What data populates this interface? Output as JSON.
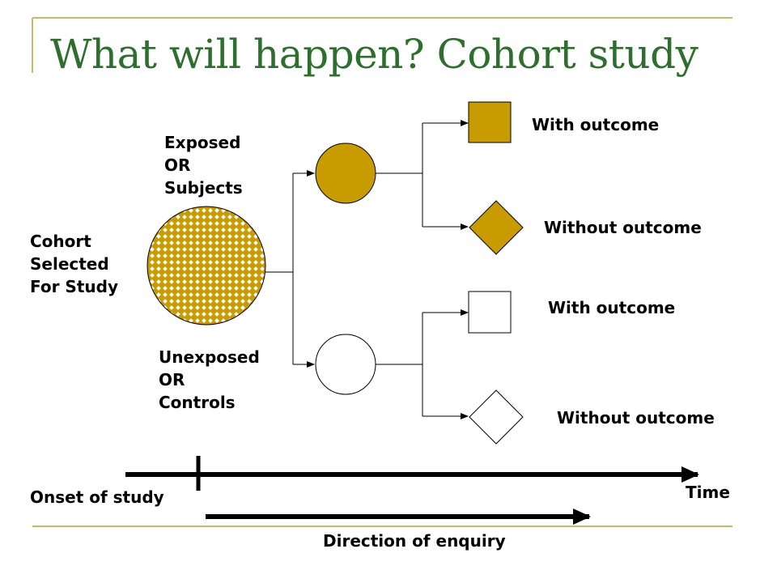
{
  "slide": {
    "title": "What will happen? Cohort study"
  },
  "diagram": {
    "cohort_label": [
      "Cohort",
      "Selected",
      "For Study"
    ],
    "exposed_label": [
      "Exposed",
      "OR",
      "Subjects"
    ],
    "unexposed_label": [
      "Unexposed",
      "OR",
      "Controls"
    ],
    "outcomes": {
      "exposed_with": "With outcome",
      "exposed_without": "Without outcome",
      "unexposed_with": "With outcome",
      "unexposed_without": "Without outcome"
    },
    "timeline": {
      "onset_label": "Onset of study",
      "time_label": "Time",
      "direction_label": "Direction of enquiry"
    }
  },
  "colors": {
    "title": "#2e6e2e",
    "accent_fill": "#c89b00",
    "frame_line": "#c8b96a",
    "line": "#000000"
  }
}
